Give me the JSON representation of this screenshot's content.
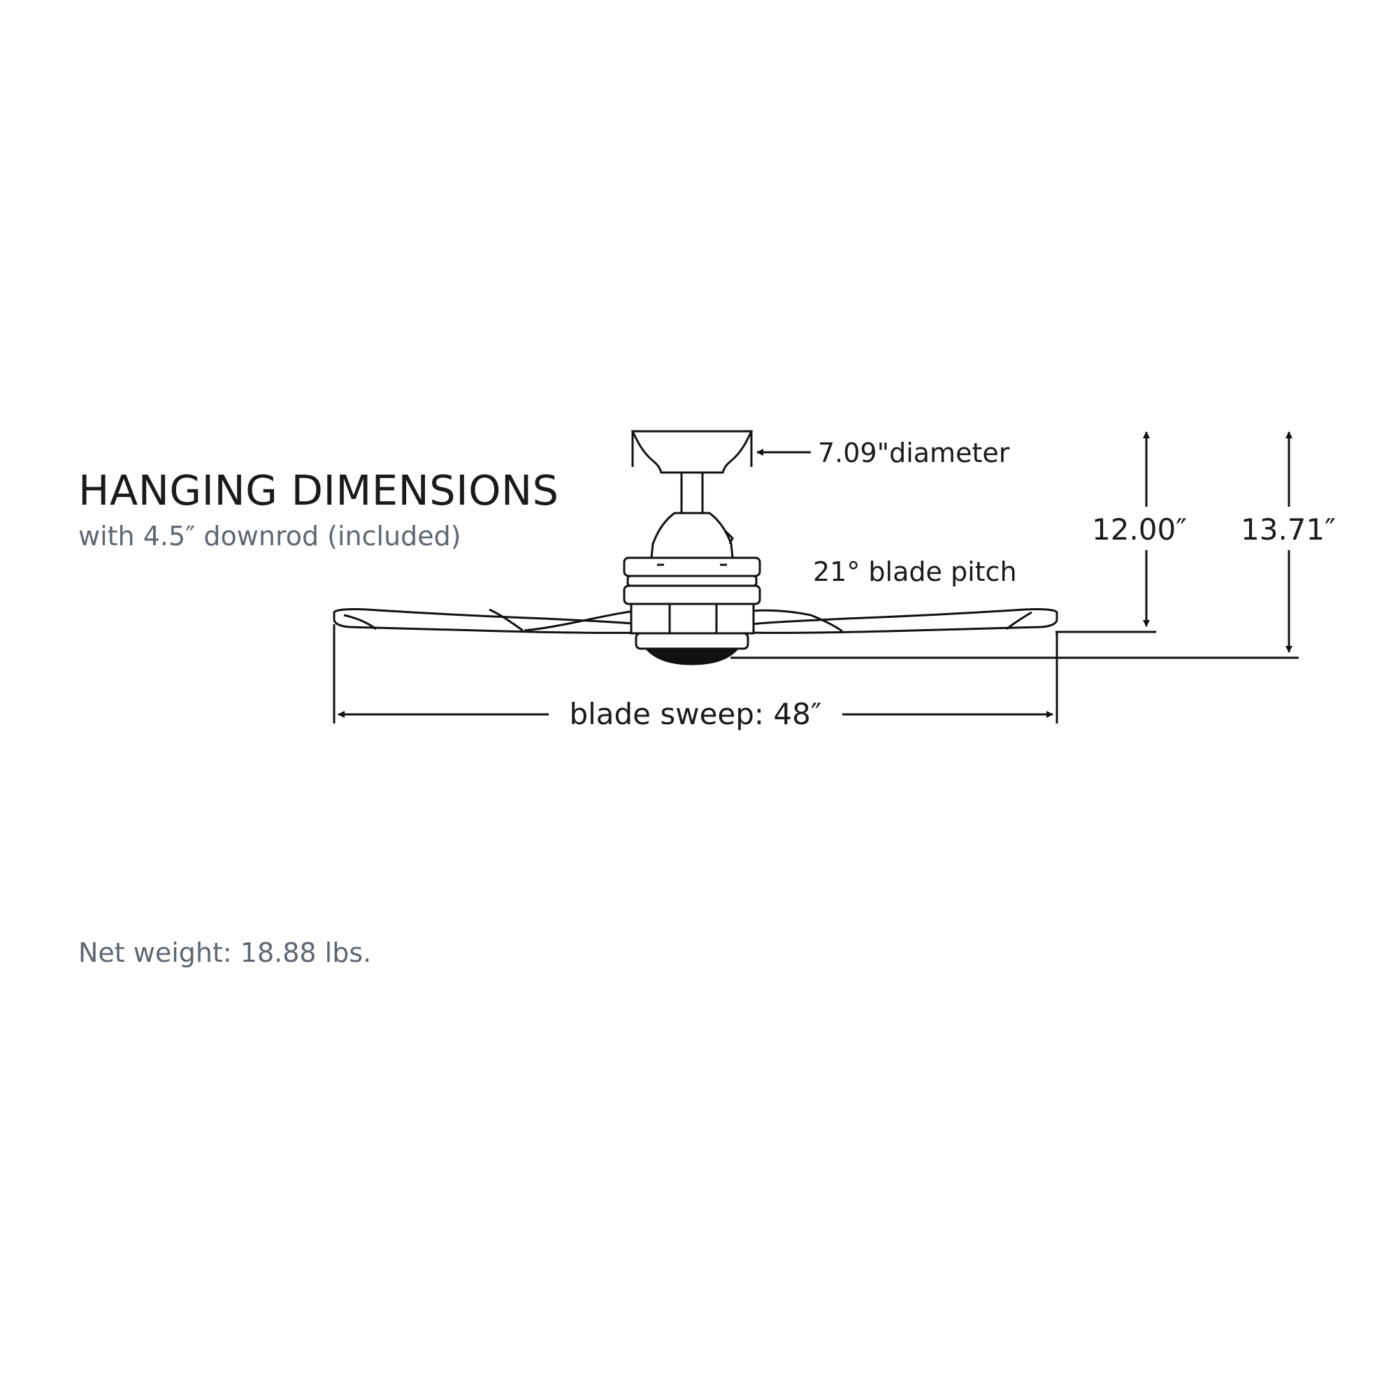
{
  "heading": "HANGING DIMENSIONS",
  "subheading": "with 4.5″ downrod (included)",
  "net_weight": "Net weight: 18.88 lbs.",
  "dimensions": {
    "canopy_diameter": "7.09\"diameter",
    "blade_pitch": "21° blade pitch",
    "height_to_blades": "12.00″",
    "height_overall": "13.71″",
    "blade_sweep": "blade sweep: 48″"
  },
  "colors": {
    "line": "#111111",
    "title_text": "#1a1a1a",
    "caption_text": "#5f6870"
  }
}
